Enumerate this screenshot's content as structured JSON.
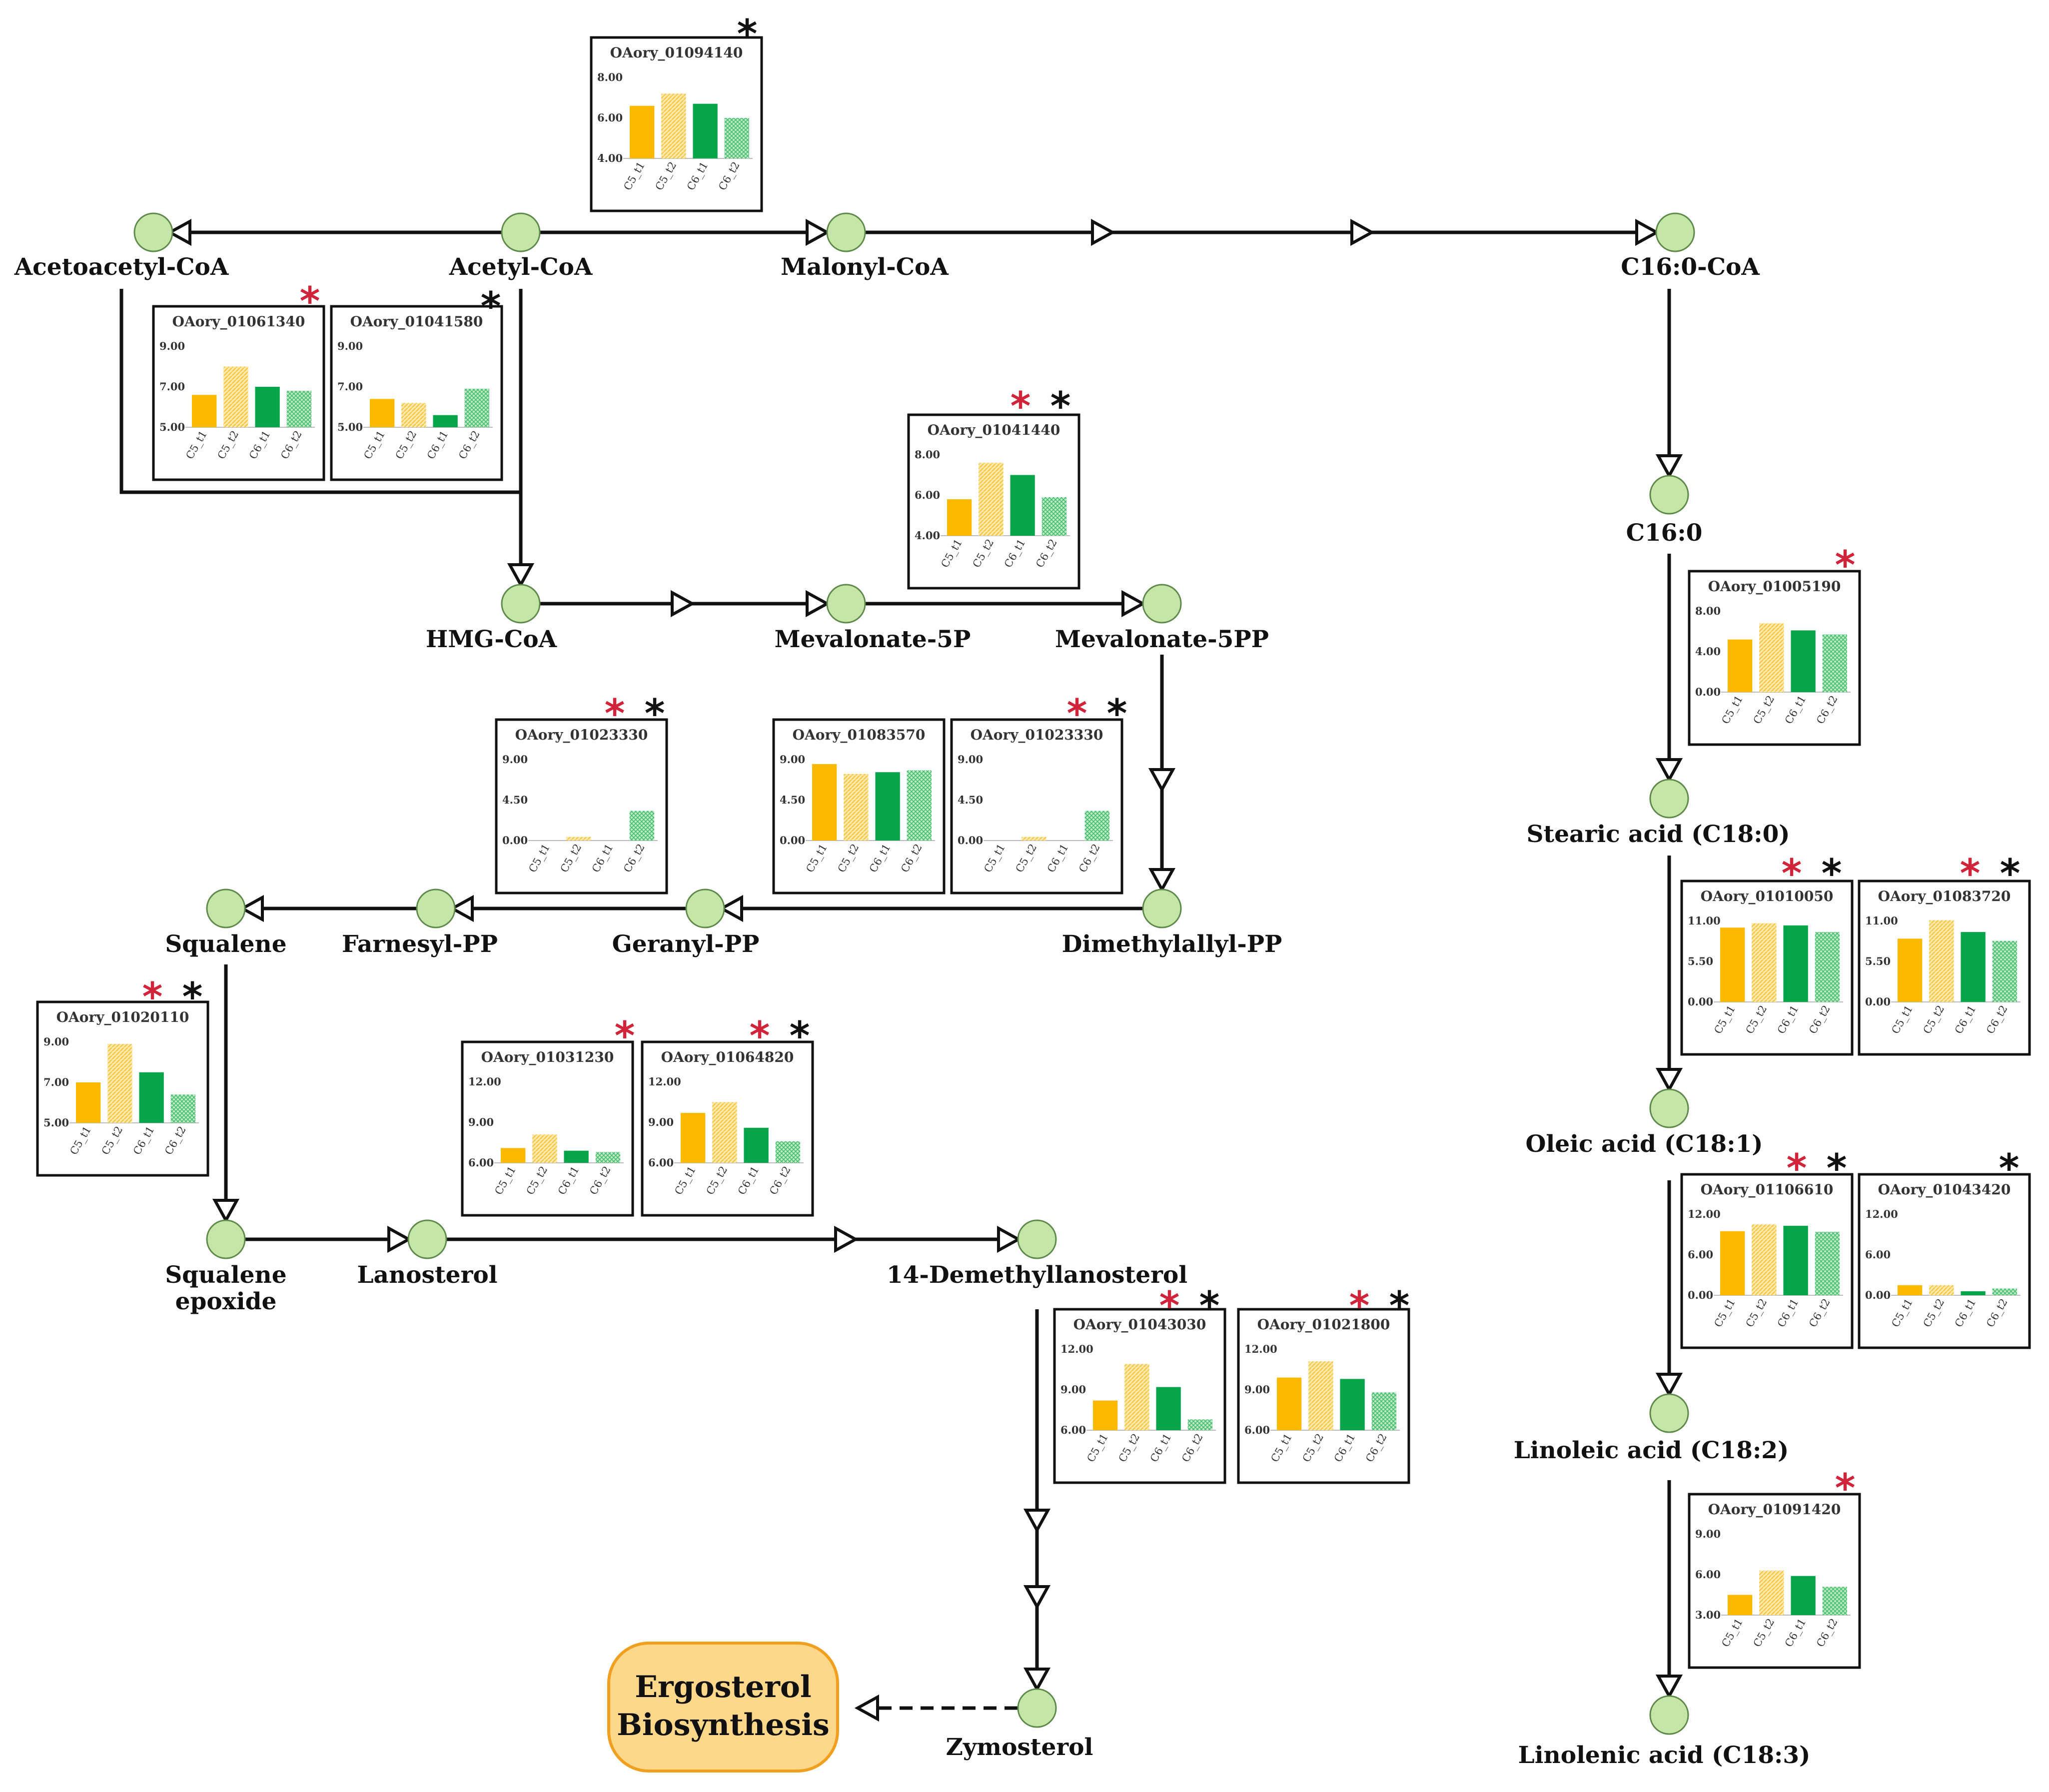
{
  "colors": {
    "node_fill": "#c6e6a8",
    "node_stroke": "#5d8a4a",
    "c5_t1": "#fbb900",
    "c5_t2": "#f9dc7e",
    "c6_t1": "#07a54a",
    "c6_t2": "#8ed3a2",
    "star_red": "#d0243a",
    "star_black": "#111111",
    "final_fill": "#fdd78a",
    "final_stroke": "#f0a020"
  },
  "metabolites": [
    {
      "id": "acetoacetyl",
      "label": "Acetoacetyl-CoA"
    },
    {
      "id": "acetyl",
      "label": "Acetyl-CoA"
    },
    {
      "id": "malonyl",
      "label": "Malonyl-CoA"
    },
    {
      "id": "c160coa",
      "label": "C16:0-CoA"
    },
    {
      "id": "c160",
      "label": "C16:0"
    },
    {
      "id": "stearic",
      "label": "Stearic acid (C18:0)"
    },
    {
      "id": "oleic",
      "label": "Oleic acid (C18:1)"
    },
    {
      "id": "linoleic",
      "label": "Linoleic acid (C18:2)"
    },
    {
      "id": "linolenic",
      "label": "Linolenic acid (C18:3)"
    },
    {
      "id": "hmgcoa",
      "label": "HMG-CoA"
    },
    {
      "id": "mev5p",
      "label": "Mevalonate-5P"
    },
    {
      "id": "mev5pp",
      "label": "Mevalonate-5PP"
    },
    {
      "id": "dmapp",
      "label": "Dimethylallyl-PP"
    },
    {
      "id": "geranyl",
      "label": "Geranyl-PP"
    },
    {
      "id": "farnesyl",
      "label": "Farnesyl-PP"
    },
    {
      "id": "squalene",
      "label": "Squalene"
    },
    {
      "id": "sqepox",
      "label": "Squalene epoxide"
    },
    {
      "id": "lanosterol",
      "label": "Lanosterol"
    },
    {
      "id": "demethyl",
      "label": "14-Demethyllanosterol"
    },
    {
      "id": "zymosterol",
      "label": "Zymosterol"
    }
  ],
  "final_product": "Ergosterol Biosynthesis",
  "chart_data": [
    {
      "type": "bar",
      "title": "OAory_01094140",
      "categories": [
        "C5_t1",
        "C5_t2",
        "C6_t1",
        "C6_t2"
      ],
      "values": [
        6.6,
        7.2,
        6.7,
        6.0
      ],
      "ylim": [
        4,
        8
      ],
      "yticks": [
        "8.00",
        "6.00",
        "4.00"
      ],
      "stars": [
        "black"
      ]
    },
    {
      "type": "bar",
      "title": "OAory_01061340",
      "categories": [
        "C5_t1",
        "C5_t2",
        "C6_t1",
        "C6_t2"
      ],
      "values": [
        6.6,
        8.0,
        7.0,
        6.8
      ],
      "ylim": [
        5,
        9
      ],
      "yticks": [
        "9.00",
        "7.00",
        "5.00"
      ],
      "stars": [
        "red"
      ]
    },
    {
      "type": "bar",
      "title": "OAory_01041580",
      "categories": [
        "C5_t1",
        "C5_t2",
        "C6_t1",
        "C6_t2"
      ],
      "values": [
        6.4,
        6.2,
        5.6,
        6.9
      ],
      "ylim": [
        5,
        9
      ],
      "yticks": [
        "9.00",
        "7.00",
        "5.00"
      ],
      "stars": [
        "black"
      ]
    },
    {
      "type": "bar",
      "title": "OAory_01041440",
      "categories": [
        "C5_t1",
        "C5_t2",
        "C6_t1",
        "C6_t2"
      ],
      "values": [
        5.8,
        7.6,
        7.0,
        5.9
      ],
      "ylim": [
        4,
        8
      ],
      "yticks": [
        "8.00",
        "6.00",
        "4.00"
      ],
      "stars": [
        "red",
        "black"
      ]
    },
    {
      "type": "bar",
      "title": "OAory_01005190",
      "categories": [
        "C5_t1",
        "C5_t2",
        "C6_t1",
        "C6_t2"
      ],
      "values": [
        5.2,
        6.8,
        6.1,
        5.7
      ],
      "ylim": [
        0,
        8
      ],
      "yticks": [
        "8.00",
        "4.00",
        "0.00"
      ],
      "stars": [
        "red"
      ]
    },
    {
      "type": "bar",
      "title": "OAory_01023330",
      "categories": [
        "C5_t1",
        "C5_t2",
        "C6_t1",
        "C6_t2"
      ],
      "values": [
        0.0,
        0.4,
        0.0,
        3.3
      ],
      "ylim": [
        0,
        9
      ],
      "yticks": [
        "9.00",
        "4.50",
        "0.00"
      ],
      "stars": [
        "red",
        "black"
      ]
    },
    {
      "type": "bar",
      "title": "OAory_01083570",
      "categories": [
        "C5_t1",
        "C5_t2",
        "C6_t1",
        "C6_t2"
      ],
      "values": [
        8.5,
        7.4,
        7.6,
        7.8
      ],
      "ylim": [
        0,
        9
      ],
      "yticks": [
        "9.00",
        "4.50",
        "0.00"
      ],
      "stars": []
    },
    {
      "type": "bar",
      "title": "OAory_01023330",
      "categories": [
        "C5_t1",
        "C5_t2",
        "C6_t1",
        "C6_t2"
      ],
      "values": [
        0.0,
        0.4,
        0.0,
        3.3
      ],
      "ylim": [
        0,
        9
      ],
      "yticks": [
        "9.00",
        "4.50",
        "0.00"
      ],
      "stars": [
        "red",
        "black"
      ]
    },
    {
      "type": "bar",
      "title": "OAory_01010050",
      "categories": [
        "C5_t1",
        "C5_t2",
        "C6_t1",
        "C6_t2"
      ],
      "values": [
        10.1,
        10.7,
        10.4,
        9.5
      ],
      "ylim": [
        0,
        11
      ],
      "yticks": [
        "11.00",
        "5.50",
        "0.00"
      ],
      "stars": [
        "red",
        "black"
      ]
    },
    {
      "type": "bar",
      "title": "OAory_01083720",
      "categories": [
        "C5_t1",
        "C5_t2",
        "C6_t1",
        "C6_t2"
      ],
      "values": [
        8.6,
        11.1,
        9.5,
        8.3
      ],
      "ylim": [
        0,
        11
      ],
      "yticks": [
        "11.00",
        "5.50",
        "0.00"
      ],
      "stars": [
        "red",
        "black"
      ]
    },
    {
      "type": "bar",
      "title": "OAory_01020110",
      "categories": [
        "C5_t1",
        "C5_t2",
        "C6_t1",
        "C6_t2"
      ],
      "values": [
        7.0,
        8.9,
        7.5,
        6.4
      ],
      "ylim": [
        5,
        9
      ],
      "yticks": [
        "9.00",
        "7.00",
        "5.00"
      ],
      "stars": [
        "red",
        "black"
      ]
    },
    {
      "type": "bar",
      "title": "OAory_01031230",
      "categories": [
        "C5_t1",
        "C5_t2",
        "C6_t1",
        "C6_t2"
      ],
      "values": [
        7.1,
        8.1,
        6.9,
        6.8
      ],
      "ylim": [
        6,
        12
      ],
      "yticks": [
        "12.00",
        "9.00",
        "6.00"
      ],
      "stars": [
        "red"
      ]
    },
    {
      "type": "bar",
      "title": "OAory_01064820",
      "categories": [
        "C5_t1",
        "C5_t2",
        "C6_t1",
        "C6_t2"
      ],
      "values": [
        9.7,
        10.5,
        8.6,
        7.6
      ],
      "ylim": [
        6,
        12
      ],
      "yticks": [
        "12.00",
        "9.00",
        "6.00"
      ],
      "stars": [
        "red",
        "black"
      ]
    },
    {
      "type": "bar",
      "title": "OAory_01106610",
      "categories": [
        "C5_t1",
        "C5_t2",
        "C6_t1",
        "C6_t2"
      ],
      "values": [
        9.5,
        10.5,
        10.3,
        9.4
      ],
      "ylim": [
        0,
        12
      ],
      "yticks": [
        "12.00",
        "6.00",
        "0.00"
      ],
      "stars": [
        "red",
        "black"
      ]
    },
    {
      "type": "bar",
      "title": "OAory_01043420",
      "categories": [
        "C5_t1",
        "C5_t2",
        "C6_t1",
        "C6_t2"
      ],
      "values": [
        1.5,
        1.5,
        0.6,
        1.0
      ],
      "ylim": [
        0,
        12
      ],
      "yticks": [
        "12.00",
        "6.00",
        "0.00"
      ],
      "stars": [
        "black"
      ]
    },
    {
      "type": "bar",
      "title": "OAory_01043030",
      "categories": [
        "C5_t1",
        "C5_t2",
        "C6_t1",
        "C6_t2"
      ],
      "values": [
        8.2,
        10.9,
        9.2,
        6.8
      ],
      "ylim": [
        6,
        12
      ],
      "yticks": [
        "12.00",
        "9.00",
        "6.00"
      ],
      "stars": [
        "red",
        "black"
      ]
    },
    {
      "type": "bar",
      "title": "OAory_01021800",
      "categories": [
        "C5_t1",
        "C5_t2",
        "C6_t1",
        "C6_t2"
      ],
      "values": [
        9.9,
        11.1,
        9.8,
        8.8
      ],
      "ylim": [
        6,
        12
      ],
      "yticks": [
        "12.00",
        "9.00",
        "6.00"
      ],
      "stars": [
        "red",
        "black"
      ]
    },
    {
      "type": "bar",
      "title": "OAory_01091420",
      "categories": [
        "C5_t1",
        "C5_t2",
        "C6_t1",
        "C6_t2"
      ],
      "values": [
        4.5,
        6.3,
        5.9,
        5.1
      ],
      "ylim": [
        3,
        9
      ],
      "yticks": [
        "9.00",
        "6.00",
        "3.00"
      ],
      "stars": [
        "red"
      ]
    }
  ]
}
